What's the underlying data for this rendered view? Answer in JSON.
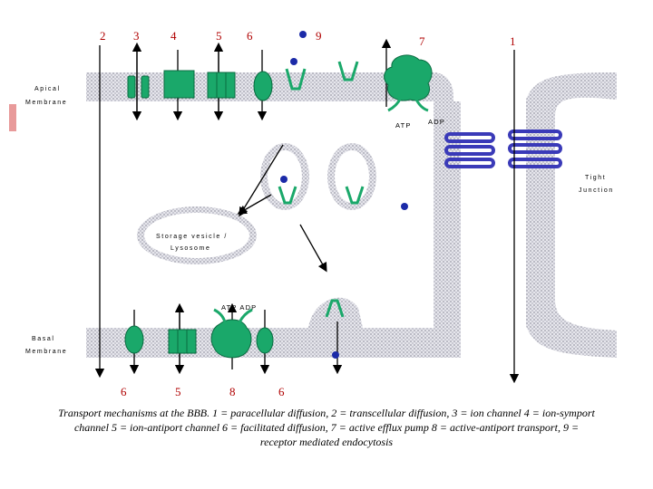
{
  "numbers": {
    "top": [
      "2",
      "3",
      "4",
      "5",
      "6",
      "9",
      "7",
      "1"
    ],
    "bottom": [
      "6",
      "5",
      "8",
      "6"
    ]
  },
  "labels": {
    "apical_1": "Apical",
    "apical_2": "Membrane",
    "basal_1": "Basal",
    "basal_2": "Membrane",
    "storage_1": "Storage vesicle /",
    "storage_2": "Lysosome",
    "tight_1": "Tight",
    "tight_2": "Junction",
    "atp_top": "ATP",
    "adp_top": "ADP",
    "atp_adp_bottom": "ATP ADP"
  },
  "caption": {
    "line1": "Transport mechanisms at the BBB. 1 = paracellular diffusion, 2 = transcellular diffusion, 3 = ion channel 4 = ion-symport",
    "line2": "channel 5 = ion-antiport channel 6 = facilitated diffusion, 7 = active efflux pump 8 = active-antiport transport, 9 =",
    "line3": "receptor mediated endocytosis"
  },
  "colors": {
    "membrane": "#bfbfc8",
    "protein": "#1aa86a",
    "protein_dark": "#0a6b40",
    "number": "#b00000",
    "ligand": "#1b2aa8",
    "junction": "#3a3ab8"
  }
}
